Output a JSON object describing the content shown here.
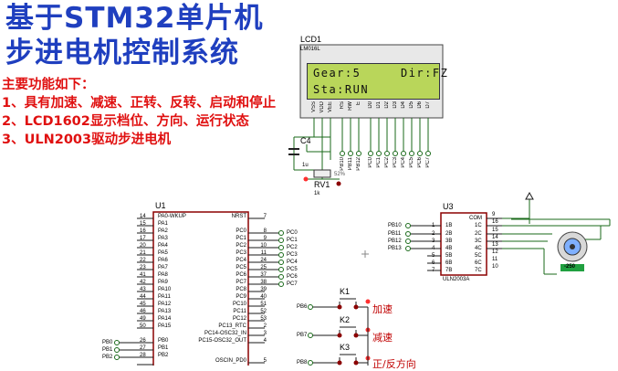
{
  "title": {
    "line1": "基于STM32单片机",
    "line2": "步进电机控制系统"
  },
  "features": {
    "heading": "主要功能如下：",
    "items": [
      "1、具有加速、减速、正转、反转、启动和停止",
      "2、LCD1602显示档位、方向、运行状态",
      "3、ULN2003驱动步进电机"
    ]
  },
  "lcd": {
    "ref": "LCD1",
    "model": "LM016L",
    "line1": "Gear:5     Dir:FZ",
    "line2": "Sta:RUN",
    "pins": [
      "VSS",
      "VDD",
      "VEE",
      "RS",
      "RW",
      "E",
      "D0",
      "D1",
      "D2",
      "D3",
      "D4",
      "D5",
      "D6",
      "D7"
    ]
  },
  "cap": {
    "ref": "C4",
    "value": "1u"
  },
  "pot": {
    "ref": "RV1",
    "value": "1k",
    "pct": "52%"
  },
  "lcd_nets": [
    "PB10",
    "PB11",
    "PB12",
    "PC0",
    "PC1",
    "PC2",
    "PC3",
    "PC4",
    "PC5",
    "PC6",
    "PC7"
  ],
  "mcu": {
    "ref": "U1",
    "left_pins": [
      {
        "num": "14",
        "name": "PA0-WKUP"
      },
      {
        "num": "15",
        "name": "PA1"
      },
      {
        "num": "16",
        "name": "PA2"
      },
      {
        "num": "17",
        "name": "PA3"
      },
      {
        "num": "20",
        "name": "PA4"
      },
      {
        "num": "21",
        "name": "PA5"
      },
      {
        "num": "22",
        "name": "PA6"
      },
      {
        "num": "23",
        "name": "PA7"
      },
      {
        "num": "41",
        "name": "PA8"
      },
      {
        "num": "42",
        "name": "PA9"
      },
      {
        "num": "43",
        "name": "PA10"
      },
      {
        "num": "44",
        "name": "PA11"
      },
      {
        "num": "45",
        "name": "PA12"
      },
      {
        "num": "46",
        "name": "PA13"
      },
      {
        "num": "49",
        "name": "PA14"
      },
      {
        "num": "50",
        "name": "PA15"
      },
      {
        "num": "26",
        "name": "PB0"
      },
      {
        "num": "27",
        "name": "PB1"
      },
      {
        "num": "28",
        "name": "PB2"
      }
    ],
    "right_pins": [
      {
        "num": "7",
        "name": "NRST"
      },
      {
        "num": "8",
        "name": "PC0"
      },
      {
        "num": "9",
        "name": "PC1"
      },
      {
        "num": "10",
        "name": "PC2"
      },
      {
        "num": "11",
        "name": "PC3"
      },
      {
        "num": "24",
        "name": "PC4"
      },
      {
        "num": "25",
        "name": "PC5"
      },
      {
        "num": "37",
        "name": "PC6"
      },
      {
        "num": "38",
        "name": "PC7"
      },
      {
        "num": "39",
        "name": "PC8"
      },
      {
        "num": "40",
        "name": "PC9"
      },
      {
        "num": "51",
        "name": "PC10"
      },
      {
        "num": "52",
        "name": "PC11"
      },
      {
        "num": "53",
        "name": "PC12"
      },
      {
        "num": "2",
        "name": "PC13_RTC"
      },
      {
        "num": "3",
        "name": "PC14-OSC32_IN"
      },
      {
        "num": "4",
        "name": "PC15-OSC32_OUT"
      },
      {
        "num": "5",
        "name": "OSCIN_PD0"
      }
    ],
    "right_nets": [
      "PC0",
      "PC1",
      "PC2",
      "PC3",
      "PC4",
      "PC5",
      "PC6",
      "PC7"
    ],
    "left_nets": [
      "PB0",
      "PB1",
      "PB2"
    ]
  },
  "driver": {
    "ref": "U3",
    "model": "ULN2003A",
    "in_pins": [
      {
        "num": "1",
        "name": "1B"
      },
      {
        "num": "2",
        "name": "2B"
      },
      {
        "num": "3",
        "name": "3B"
      },
      {
        "num": "4",
        "name": "4B"
      },
      {
        "num": "5",
        "name": "5B"
      },
      {
        "num": "6",
        "name": "6B"
      },
      {
        "num": "7",
        "name": "7B"
      }
    ],
    "out_pins": [
      {
        "num": "9",
        "name": "COM"
      },
      {
        "num": "16",
        "name": "1C"
      },
      {
        "num": "15",
        "name": "2C"
      },
      {
        "num": "14",
        "name": "3C"
      },
      {
        "num": "13",
        "name": "4C"
      },
      {
        "num": "12",
        "name": "5C"
      },
      {
        "num": "11",
        "name": "6C"
      },
      {
        "num": "10",
        "name": "7C"
      }
    ],
    "in_nets": [
      "PB10",
      "PB11",
      "PB12",
      "PB13"
    ]
  },
  "motor": {
    "readout": "-250"
  },
  "keys": [
    {
      "ref": "K1",
      "net": "PB6",
      "label": "加速"
    },
    {
      "ref": "K2",
      "net": "PB7",
      "label": "减速"
    },
    {
      "ref": "K3",
      "net": "PB8",
      "label": "正/反方向"
    }
  ],
  "colors": {
    "wire": "#1a6a1a",
    "title": "#1f3fbf",
    "feature": "#e01010",
    "part": "#8b0000",
    "pin": "#0000a0",
    "lcd_screen": "#b9d65a"
  }
}
